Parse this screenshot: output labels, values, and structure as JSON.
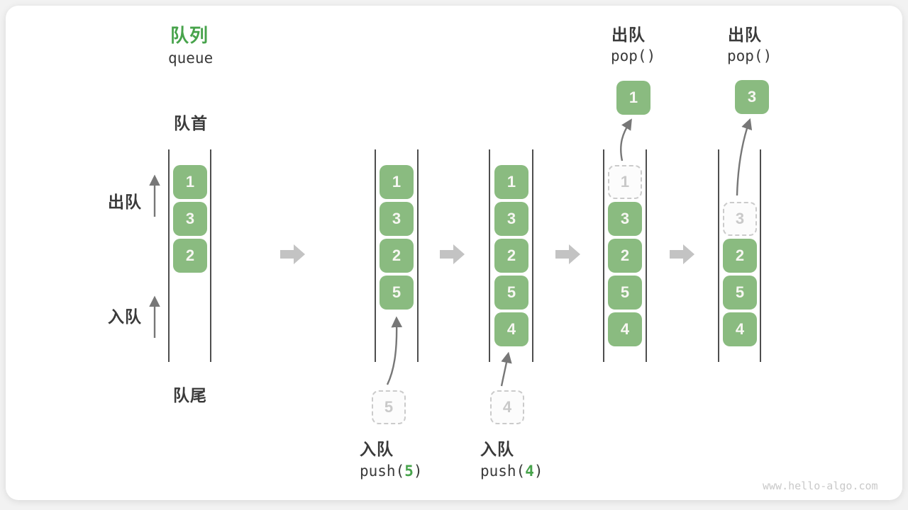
{
  "title": {
    "zh": "队列",
    "en": "queue"
  },
  "labels": {
    "front": "队首",
    "rear": "队尾",
    "dequeue_side": "出队",
    "enqueue_side": "入队"
  },
  "states": [
    {
      "boxes": [
        {
          "v": "1"
        },
        {
          "v": "3"
        },
        {
          "v": "2"
        }
      ]
    },
    {
      "boxes": [
        {
          "v": "1"
        },
        {
          "v": "3"
        },
        {
          "v": "2"
        },
        {
          "v": "5"
        }
      ]
    },
    {
      "boxes": [
        {
          "v": "1"
        },
        {
          "v": "3"
        },
        {
          "v": "2"
        },
        {
          "v": "5"
        },
        {
          "v": "4"
        }
      ]
    },
    {
      "boxes": [
        {
          "v": "1",
          "ghost": true
        },
        {
          "v": "3"
        },
        {
          "v": "2"
        },
        {
          "v": "5"
        },
        {
          "v": "4"
        }
      ],
      "popped": "1"
    },
    {
      "boxes": [
        {
          "v": "3",
          "ghost": true
        },
        {
          "v": "2"
        },
        {
          "v": "5"
        },
        {
          "v": "4"
        }
      ],
      "popped": "3"
    }
  ],
  "operations": {
    "push1": {
      "label": "入队",
      "fn": "push(",
      "arg": "5",
      "close": ")"
    },
    "push2": {
      "label": "入队",
      "fn": "push(",
      "arg": "4",
      "close": ")"
    },
    "pop1": {
      "label": "出队",
      "code": "pop()"
    },
    "pop2": {
      "label": "出队",
      "code": "pop()"
    }
  },
  "staging": {
    "push1_value": "5",
    "push2_value": "4"
  },
  "watermark": "www.hello-algo.com",
  "colors": {
    "accent_green": "#47a34b",
    "box_green": "#8abb80",
    "box_text": "#f7f7f2",
    "ghost_gray": "#c9c9c9",
    "wall_gray": "#4e4e4e",
    "block_arrow_gray": "#c3c3c3",
    "thin_arrow_gray": "#777777",
    "label_text": "#3a3a3a",
    "watermark_gray": "#c9c9c9"
  }
}
